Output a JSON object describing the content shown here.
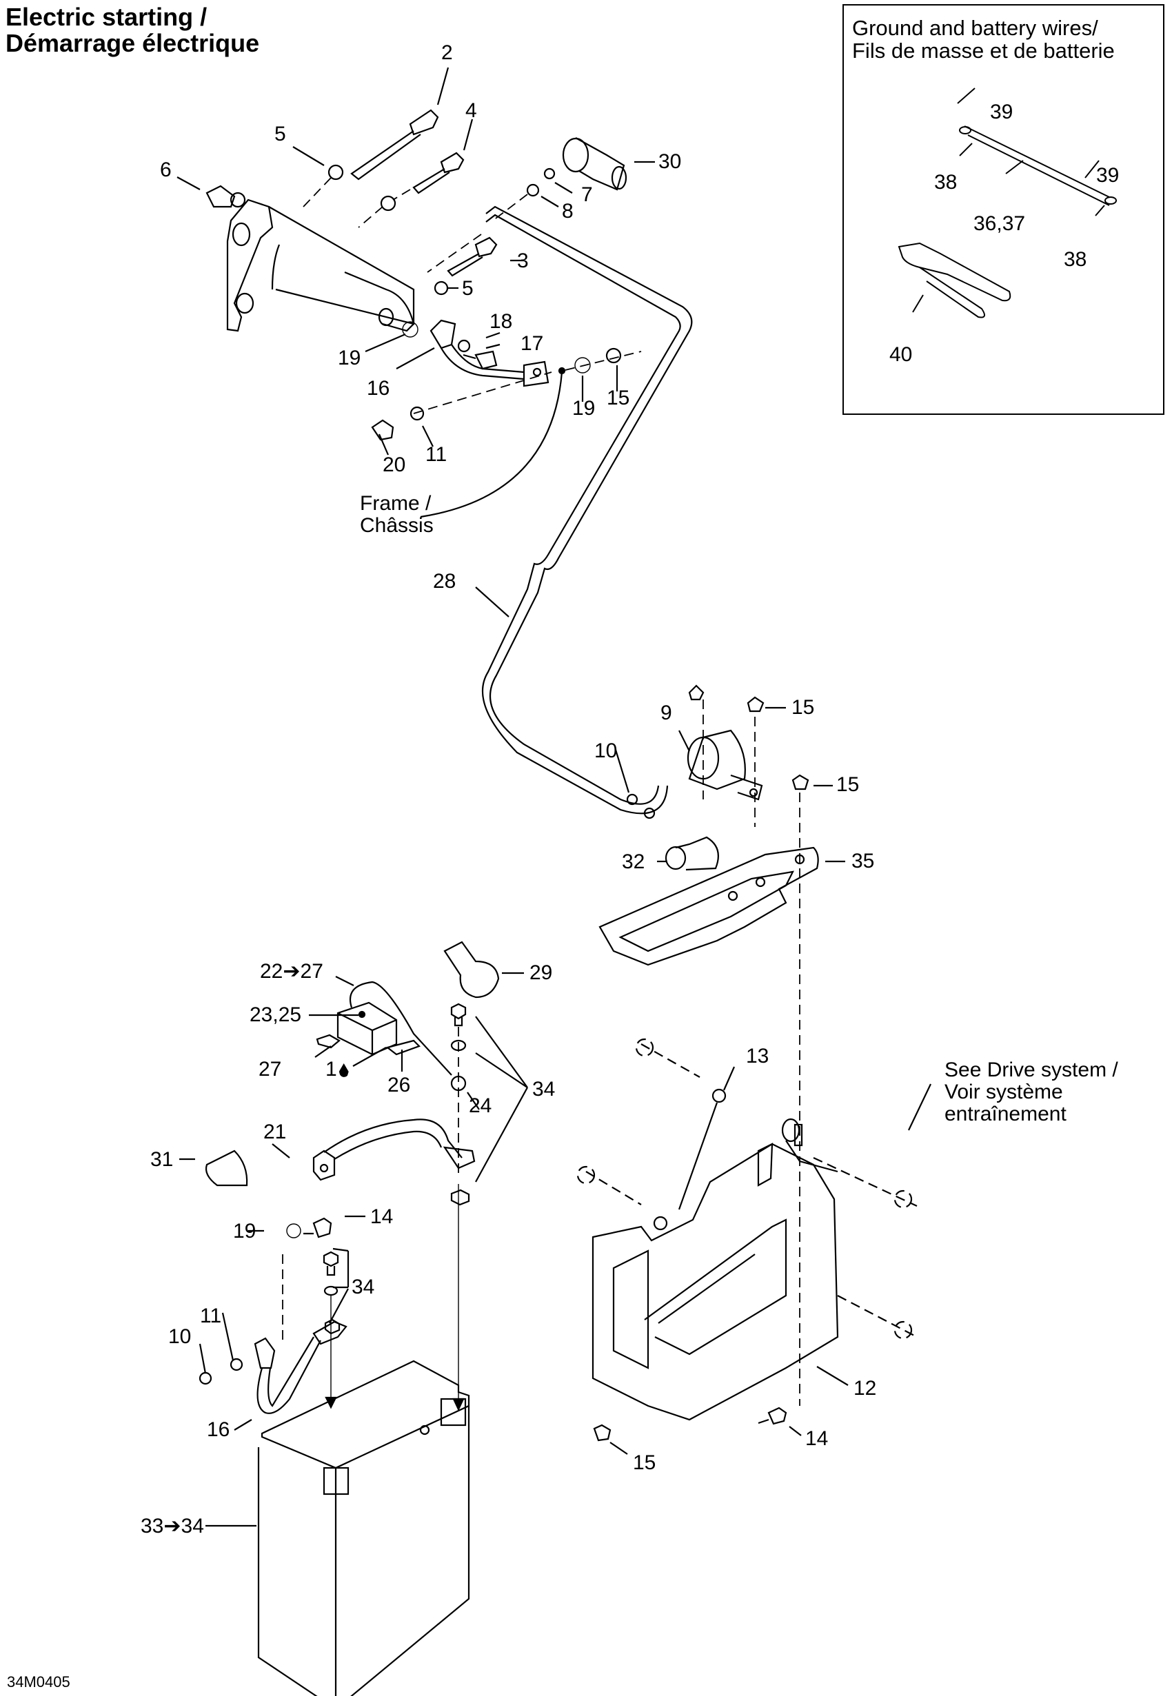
{
  "title": {
    "line1": "Electric starting /",
    "line2": "Démarrage électrique"
  },
  "inset": {
    "title_line1": "Ground and battery wires/",
    "title_line2": "Fils de masse et de batterie",
    "callouts": [
      "39",
      "38",
      "39",
      "36,37",
      "38",
      "40"
    ]
  },
  "notes": {
    "frame": "Frame /\nChâssis",
    "drive": "See Drive system /\nVoir système\nentraînement"
  },
  "callouts": {
    "c2": "2",
    "c4": "4",
    "c5a": "5",
    "c6": "6",
    "c30": "30",
    "c7": "7",
    "c8": "8",
    "c3": "3",
    "c5b": "5",
    "c18": "18",
    "c17": "17",
    "c19a": "19",
    "c16a": "16",
    "c19b": "19",
    "c15a": "15",
    "c20": "20",
    "c11a": "11",
    "c28": "28",
    "c9": "9",
    "c10a": "10",
    "c15b": "15",
    "c15c": "15",
    "c32": "32",
    "c35": "35",
    "c22": "22➔27",
    "c29": "29",
    "c2325": "23,25",
    "c27": "27",
    "c1": "1",
    "c26": "26",
    "c24": "24",
    "c34a": "34",
    "c13": "13",
    "c21": "21",
    "c31": "31",
    "c19c": "19",
    "c14a": "14",
    "c34b": "34",
    "c11b": "11",
    "c10b": "10",
    "c16b": "16",
    "c12": "12",
    "c14b": "14",
    "c15d": "15",
    "c3334": "33➔34"
  },
  "icons": {
    "drop": "oil-drop-icon"
  },
  "drawing_code": "34M0405"
}
